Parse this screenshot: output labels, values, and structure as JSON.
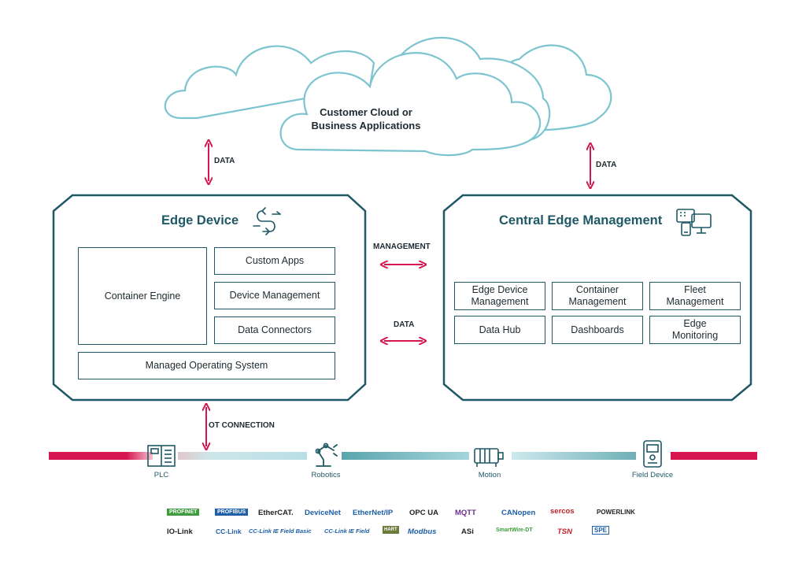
{
  "cloud": {
    "line1": "Customer Cloud or",
    "line2": "Business Applications"
  },
  "arrows": {
    "left_data": "DATA",
    "right_data": "DATA",
    "management": "MANAGEMENT",
    "middle_data": "DATA",
    "ot_connection": "OT CONNECTION"
  },
  "edge_device": {
    "title": "Edge Device",
    "container_engine": "Container Engine",
    "custom_apps": "Custom Apps",
    "device_management": "Device Management",
    "data_connectors": "Data Connectors",
    "managed_os": "Managed Operating System",
    "icon": "edge-device-icon"
  },
  "central": {
    "title": "Central Edge Management",
    "icon": "management-dashboard-icon",
    "boxes": [
      {
        "line1": "Edge Device",
        "line2": "Management"
      },
      {
        "line1": "Container",
        "line2": "Management"
      },
      {
        "line1": "Fleet",
        "line2": "Management"
      },
      {
        "line1": "Data Hub",
        "line2": ""
      },
      {
        "line1": "Dashboards",
        "line2": ""
      },
      {
        "line1": "Edge",
        "line2": "Monitoring"
      }
    ]
  },
  "bus": {
    "plc": "PLC",
    "robotics": "Robotics",
    "motion": "Motion",
    "field_device": "Field Device"
  },
  "protocols": {
    "row1": [
      "PROFINET",
      "PROFIBUS",
      "EtherCAT.",
      "DeviceNet",
      "EtherNet/IP",
      "OPC UA",
      "MQTT",
      "CANopen",
      "sercos",
      "POWERLINK"
    ],
    "row2": [
      "IO-Link",
      "CC-Link",
      "CC-Link IE Field Basic",
      "CC-Link IE Field",
      "HART",
      "Modbus",
      "ASi",
      "SmartWire-DT",
      "TSN",
      "SPE"
    ]
  },
  "colors": {
    "teal": "#1f5866",
    "cloud": "#7cc4cf",
    "accent": "#d6174f",
    "bus_light": "#b8dfe5",
    "bus_dark": "#5aa5ad"
  }
}
